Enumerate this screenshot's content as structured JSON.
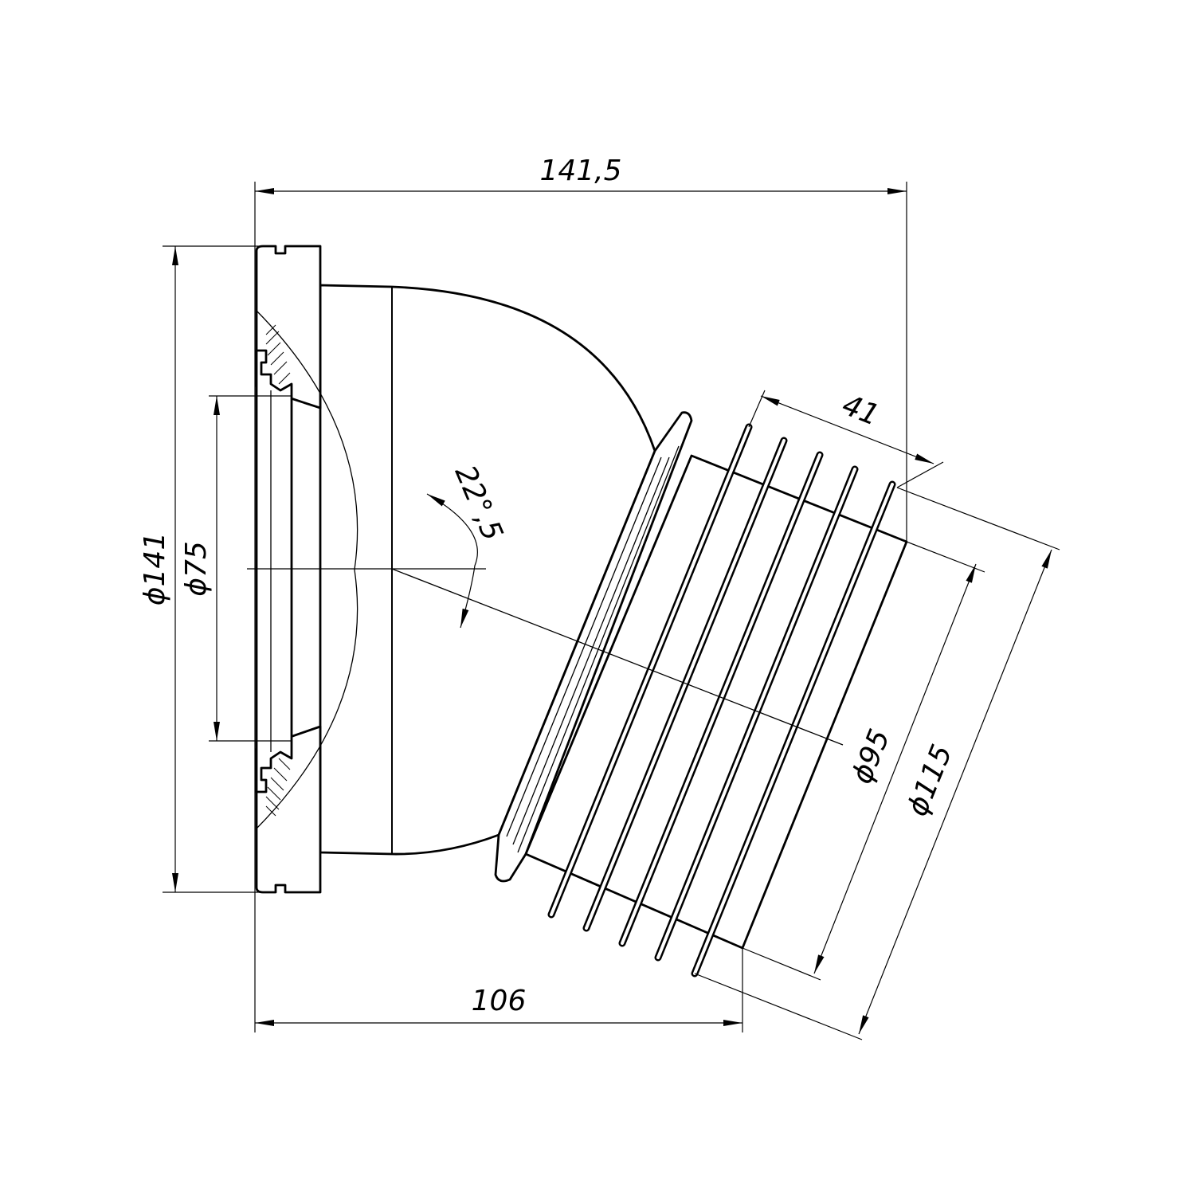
{
  "drawing": {
    "dimensions": {
      "overall_length": "141,5",
      "base_length": "106",
      "cuff_length": "41",
      "flange_diameter": "ϕ141",
      "inlet_diameter": "ϕ75",
      "angle": "22°,5",
      "ribbed_inner_diameter": "ϕ95",
      "ribbed_outer_diameter": "ϕ115"
    },
    "colors": {
      "line": "#000000",
      "background": "#ffffff"
    }
  }
}
